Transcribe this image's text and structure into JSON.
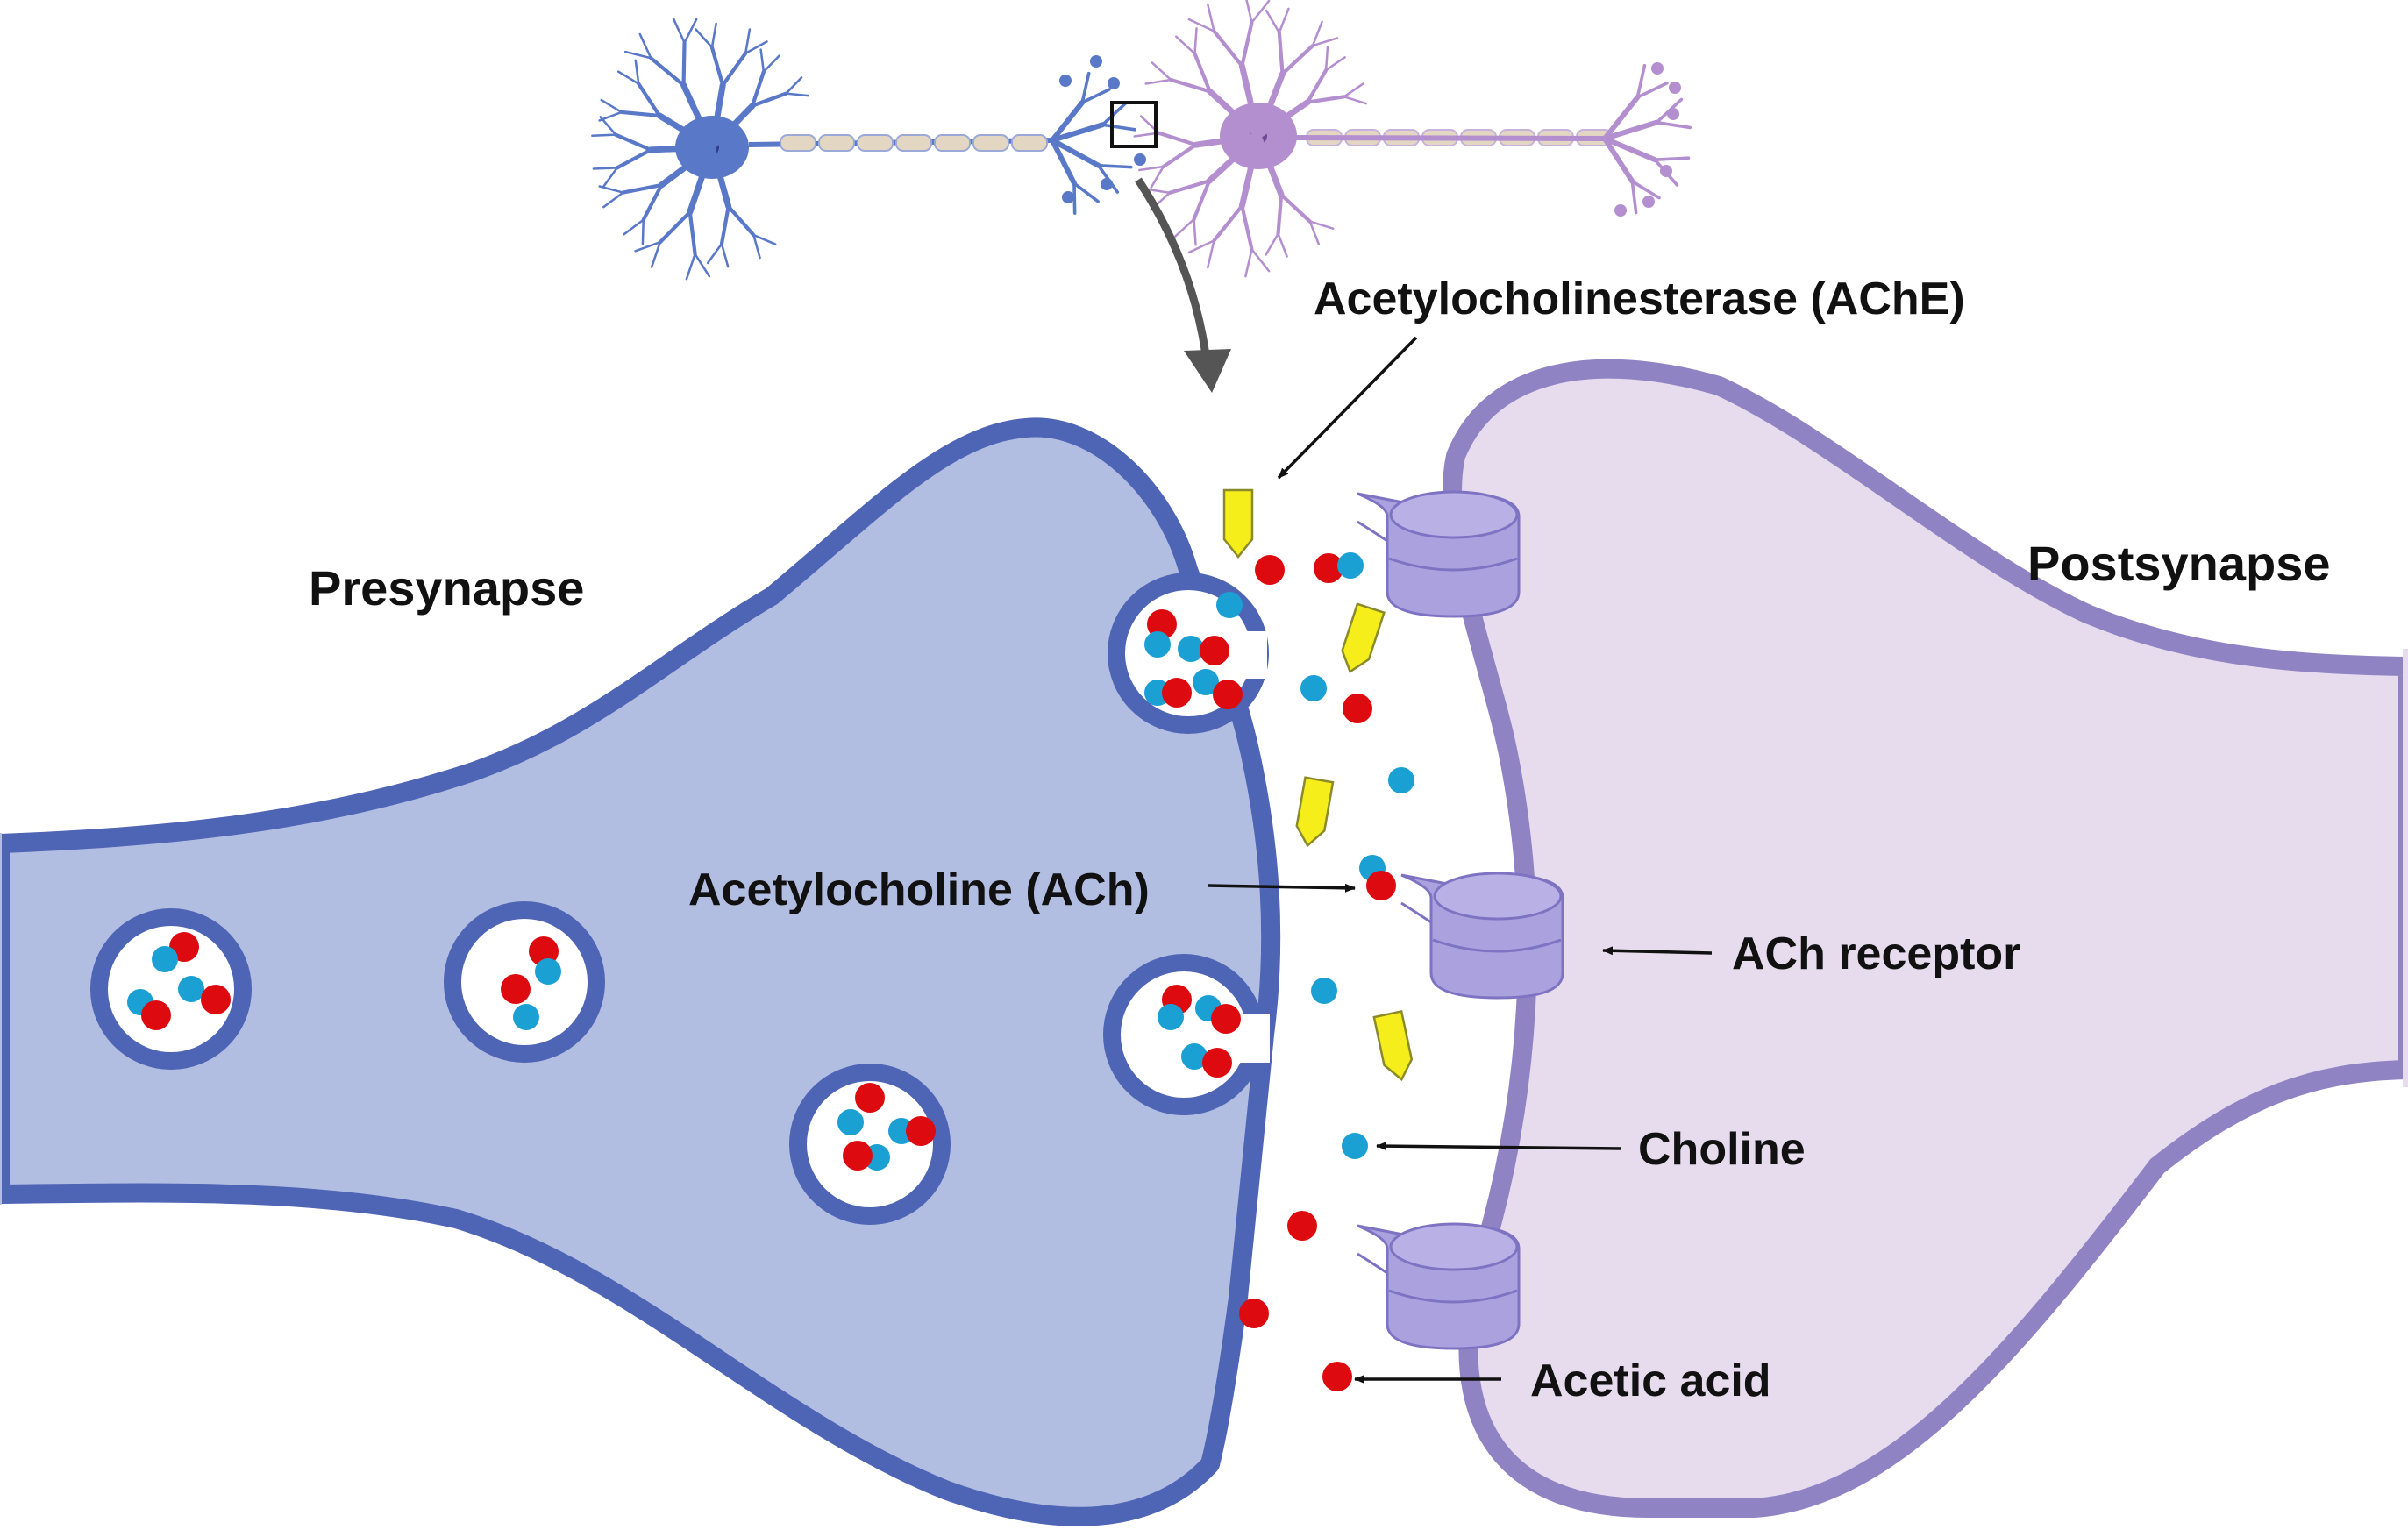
{
  "labels": {
    "ache": "Acetylocholinesterase (AChE)",
    "presynapse": "Presynapse",
    "postsynapse": "Postsynapse",
    "ach": "Acetylocholine (ACh)",
    "receptor": "ACh receptor",
    "choline": "Choline",
    "acetic_acid": "Acetic acid"
  },
  "colors": {
    "pre_fill": "#b2bde2",
    "pre_stroke": "#4e64b4",
    "post_fill": "#e7dbee",
    "post_stroke": "#8f83c4",
    "receptor_fill": "#aba1df",
    "receptor_stroke": "#7e73c2",
    "acetic_acid": "#dd0a10",
    "choline": "#1aa0d3",
    "ache_enzyme": "#f6ee1a",
    "neuron_pre": "#5a78c8",
    "neuron_post": "#b48fd0",
    "axon": "#e3d6c2"
  },
  "icons": [
    "presynaptic-neuron-icon",
    "postsynaptic-neuron-icon",
    "zoom-arrow-icon",
    "ache-enzyme-icon",
    "ach-receptor-icon",
    "choline-molecule-icon",
    "acetic-acid-molecule-icon"
  ]
}
